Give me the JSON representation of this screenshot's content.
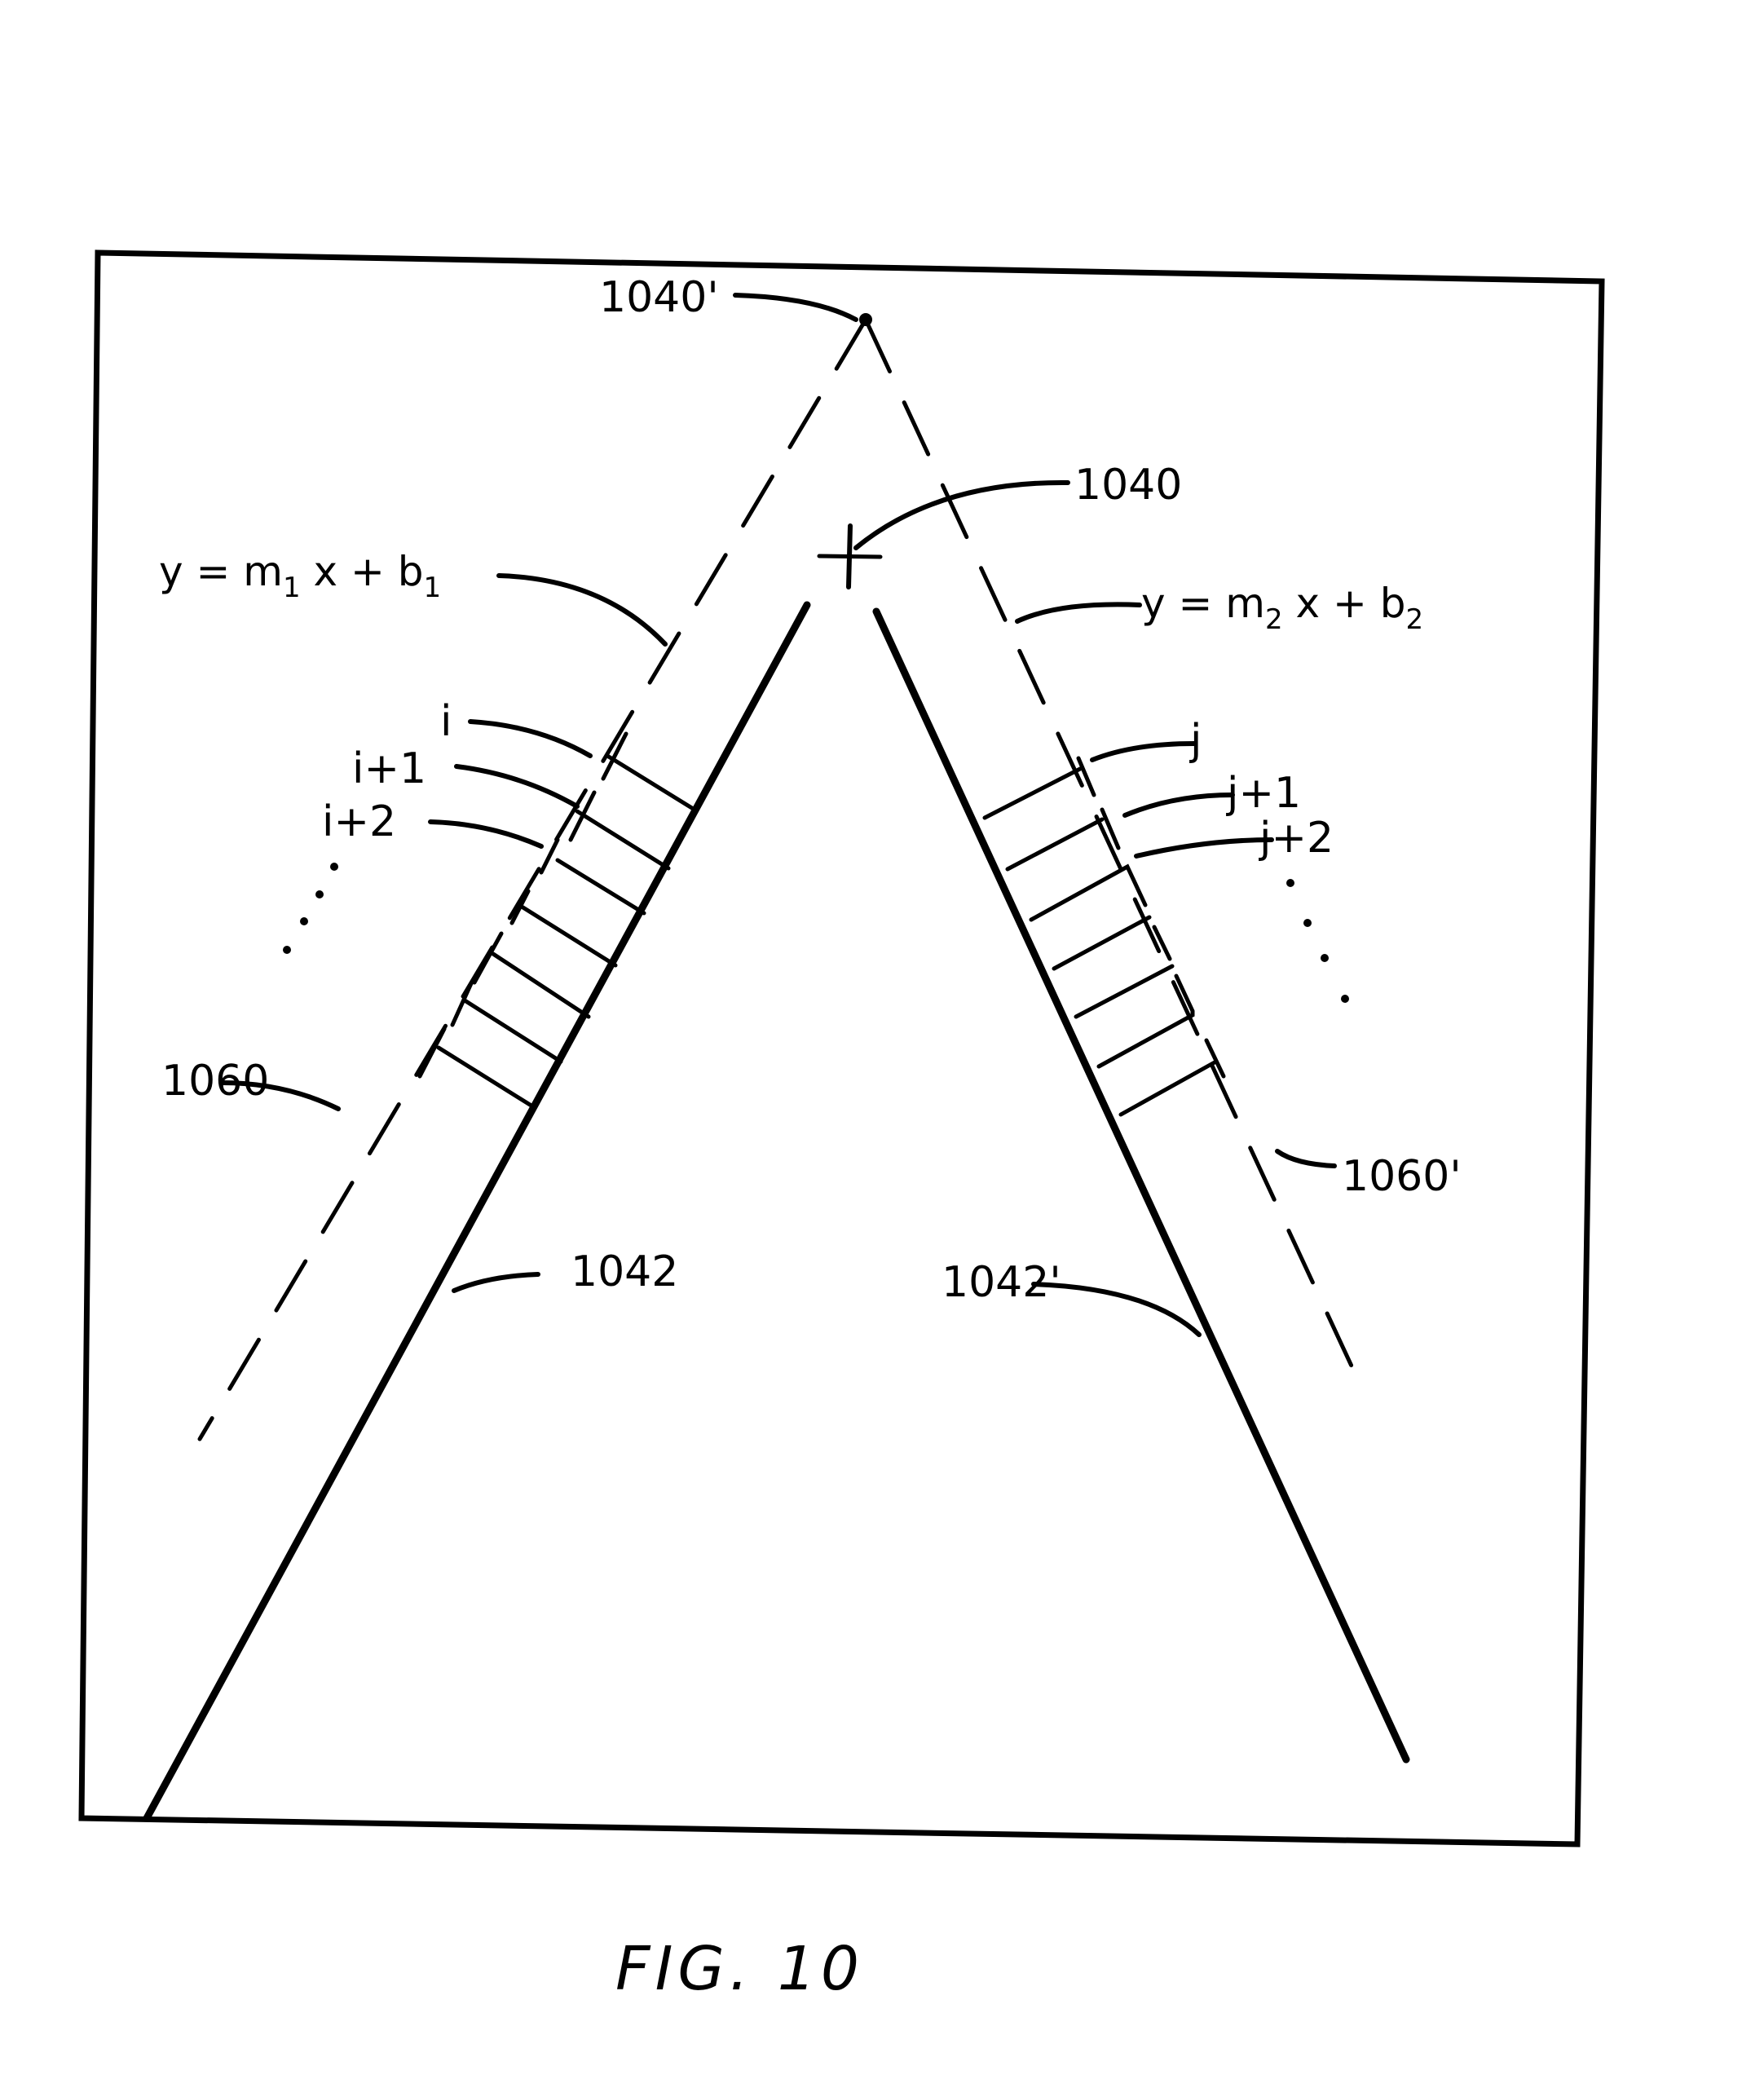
{
  "figure": {
    "caption": "FIG. 10",
    "colors": {
      "ink": "#000000",
      "paper": "#ffffff"
    }
  },
  "labels": {
    "apex_point": "1040'",
    "center_point": "1040",
    "left_edge": "1042",
    "right_edge": "1042'",
    "left_fit_line": "1060",
    "right_fit_line": "1060'"
  },
  "equations": {
    "left": {
      "prefix": "y = m",
      "sub1": "1",
      "mid": " x + b",
      "sub2": "1"
    },
    "right": {
      "prefix": "y = m",
      "sub1": "2",
      "mid": " x + b",
      "sub2": "2"
    }
  },
  "left_indices": [
    "i",
    "i+1",
    "i+2"
  ],
  "right_indices": [
    "j",
    "j+1",
    "j+2"
  ],
  "ellipsis": ". . . ."
}
